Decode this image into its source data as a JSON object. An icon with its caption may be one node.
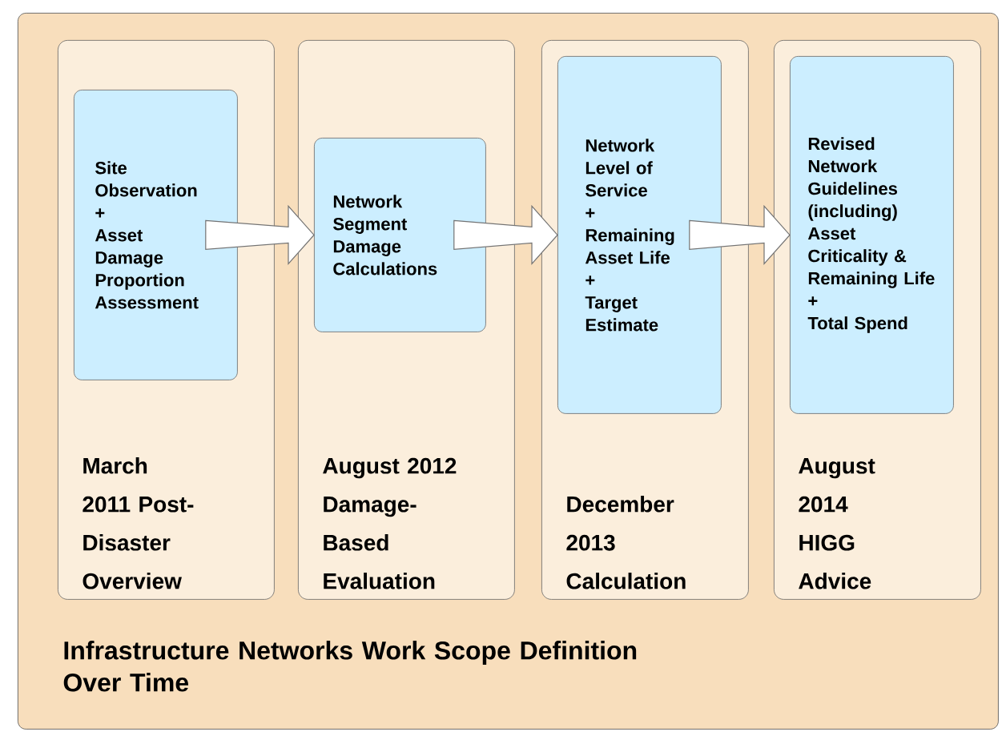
{
  "diagram": {
    "nodes": [
      {
        "text": [
          "Infrastructure Networks Work Scope Definition Over Time"
        ]
      },
      {
        "text": [
          "March 2011 Post-Disaster Overview"
        ],
        "in": 0
      },
      {
        "text": [
          "Site Observation",
          "+",
          "Asset Damage Proportion Assessment"
        ],
        "in": 1
      },
      {
        "text": [
          "August 2012 Damage-Based Evaluation"
        ],
        "in": 0
      },
      {
        "text": [
          "Network Segment Damage Calculations"
        ],
        "in": 3
      },
      {
        "text": [
          "December 2013 Calculation"
        ],
        "in": 0
      },
      {
        "text": [
          "Network Level of Service",
          "+",
          "Remaining Asset Life",
          "+",
          "Target Estimate"
        ],
        "in": 5
      },
      {
        "text": [
          "August 2014 HIGG Advice"
        ],
        "in": 0
      },
      {
        "text": [
          "Revised Network Guidelines (including) Asset Criticality & Remaining Life",
          "+",
          "Total Spend"
        ],
        "in": 7
      }
    ],
    "edges": [
      {
        "from": 2,
        "to": 4,
        "arrow": "to"
      },
      {
        "from": 4,
        "to": 6,
        "arrow": "to"
      },
      {
        "from": 6,
        "to": 8,
        "arrow": "to"
      }
    ]
  }
}
